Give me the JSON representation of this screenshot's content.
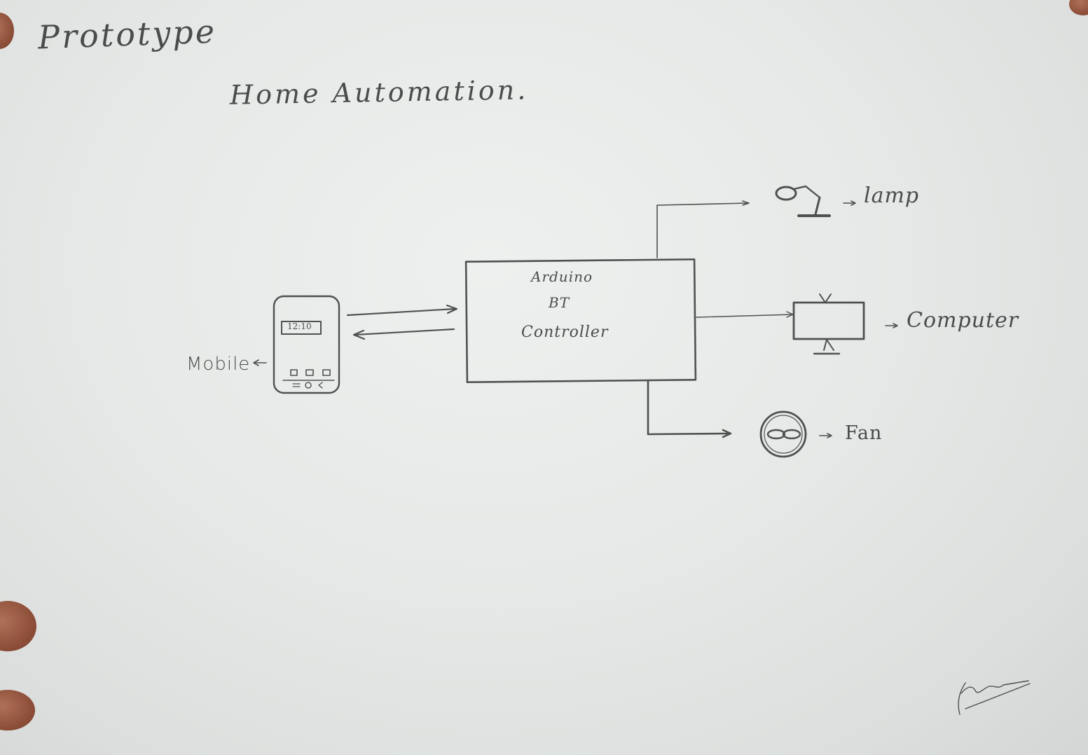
{
  "page": {
    "title": "Prototype",
    "subtitle": "Home Automation."
  },
  "diagram": {
    "controller": {
      "lines": [
        "Arduino",
        "BT",
        "Controller"
      ]
    },
    "mobile": {
      "label": "Mobile",
      "screen_text": "12:10"
    },
    "devices": [
      {
        "label": "lamp",
        "icon": "lamp-icon"
      },
      {
        "label": "Computer",
        "icon": "monitor-icon"
      },
      {
        "label": "Fan",
        "icon": "fan-icon"
      }
    ]
  },
  "colors": {
    "pencil": "#4f5150",
    "paper": "#e8ebe9"
  }
}
